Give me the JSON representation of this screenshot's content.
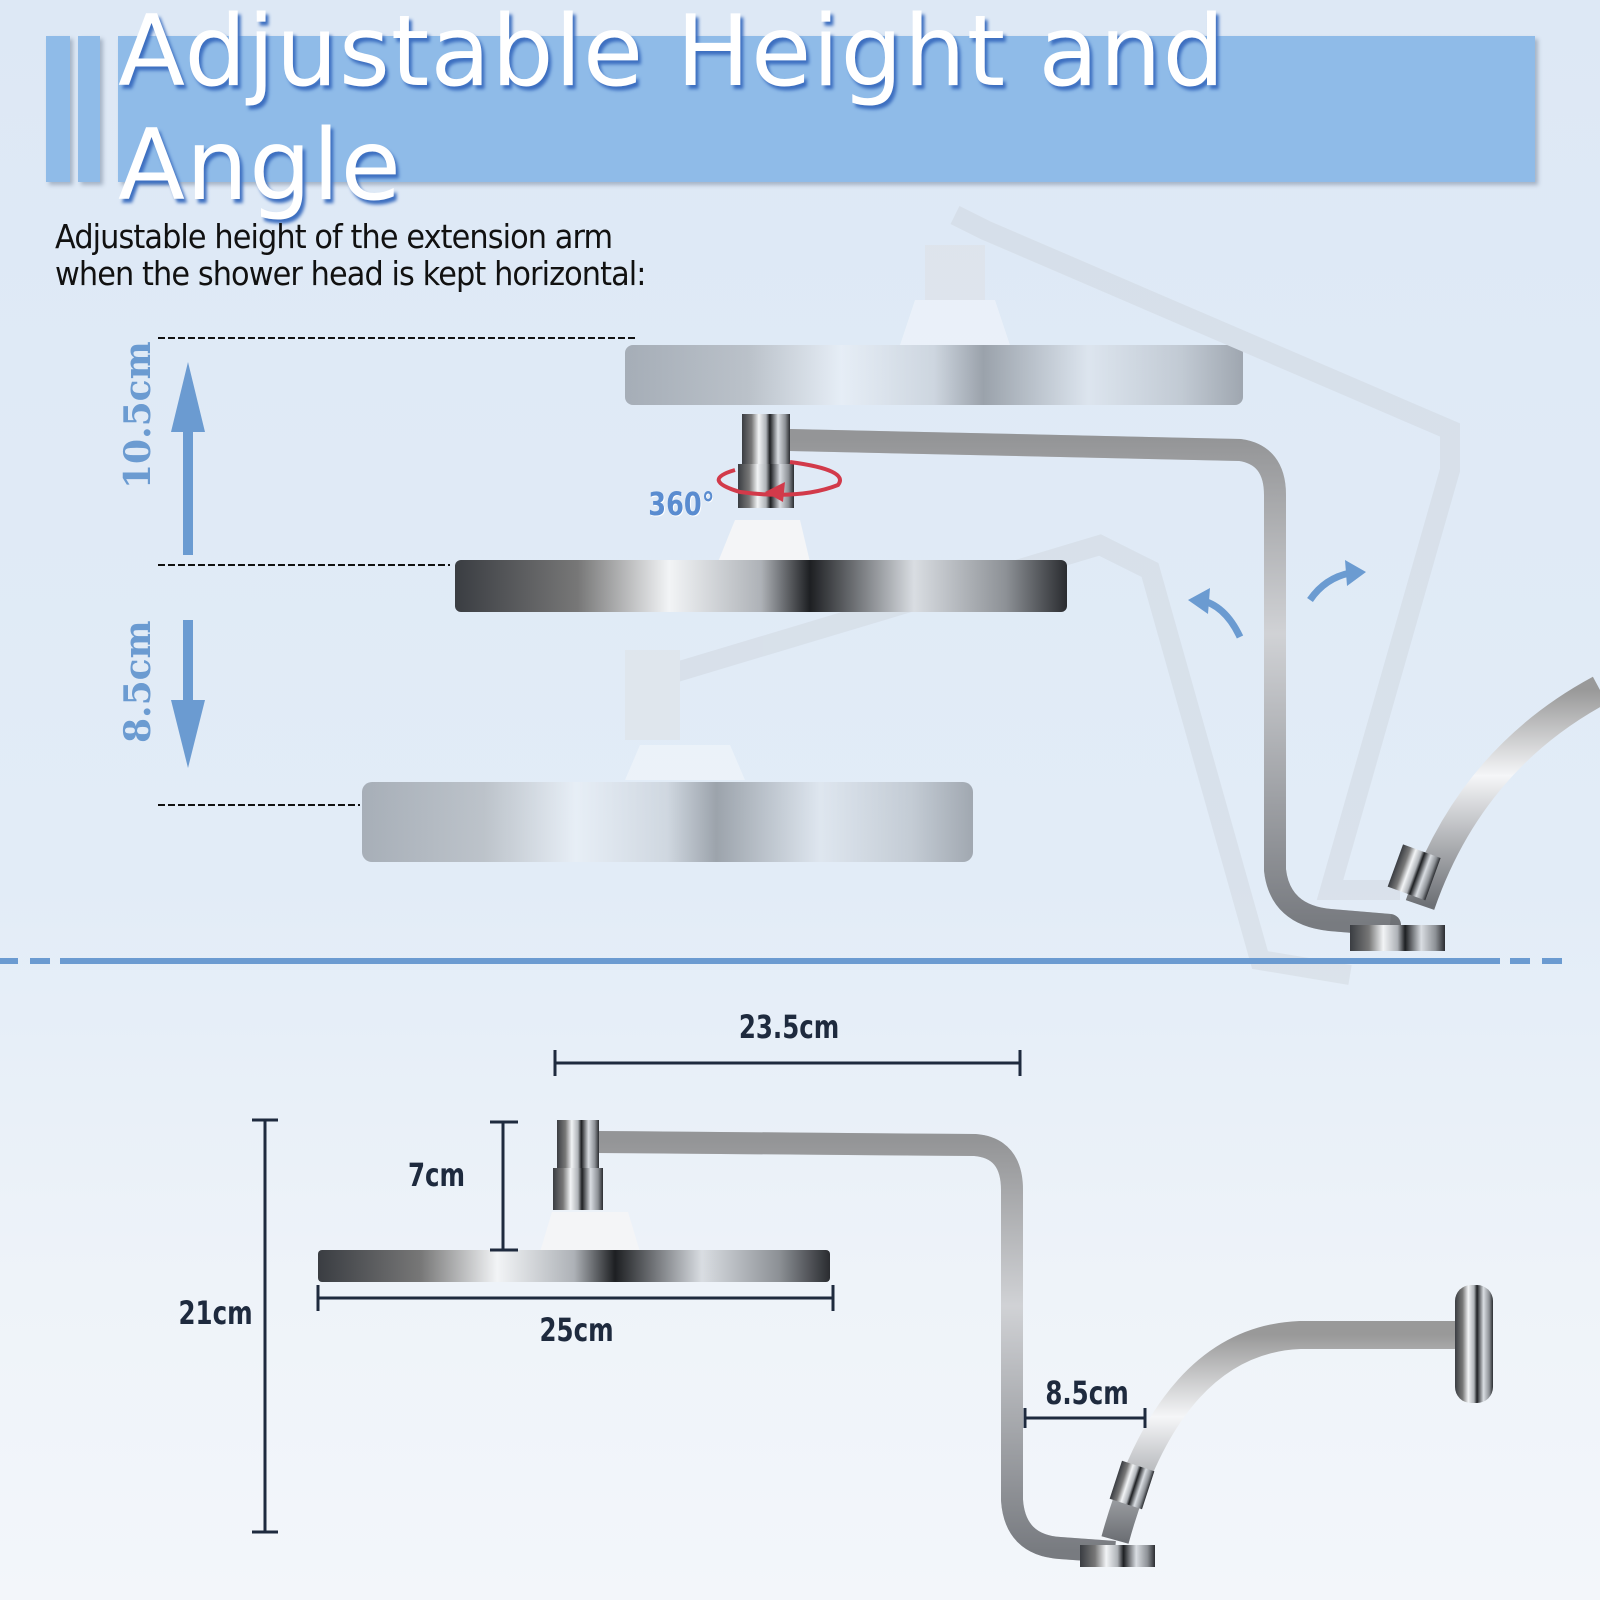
{
  "header": {
    "title": "Adjustable Height and Angle"
  },
  "subtitle": {
    "line1": "Adjustable height of the extension arm",
    "line2": "when the shower head is kept horizontal:"
  },
  "height_adjust": {
    "up_label": "10.5cm",
    "down_label": "8.5cm",
    "rotation_label": "360°"
  },
  "dimensions": {
    "arm_length": "23.5cm",
    "connector_height": "7cm",
    "total_height": "21cm",
    "head_diameter": "25cm",
    "offset": "8.5cm"
  },
  "colors": {
    "accent": "#8fbbe8",
    "arrow": "#6b9bd1",
    "rotation": "#d23a4a",
    "dim_text": "#1e2a3e"
  }
}
